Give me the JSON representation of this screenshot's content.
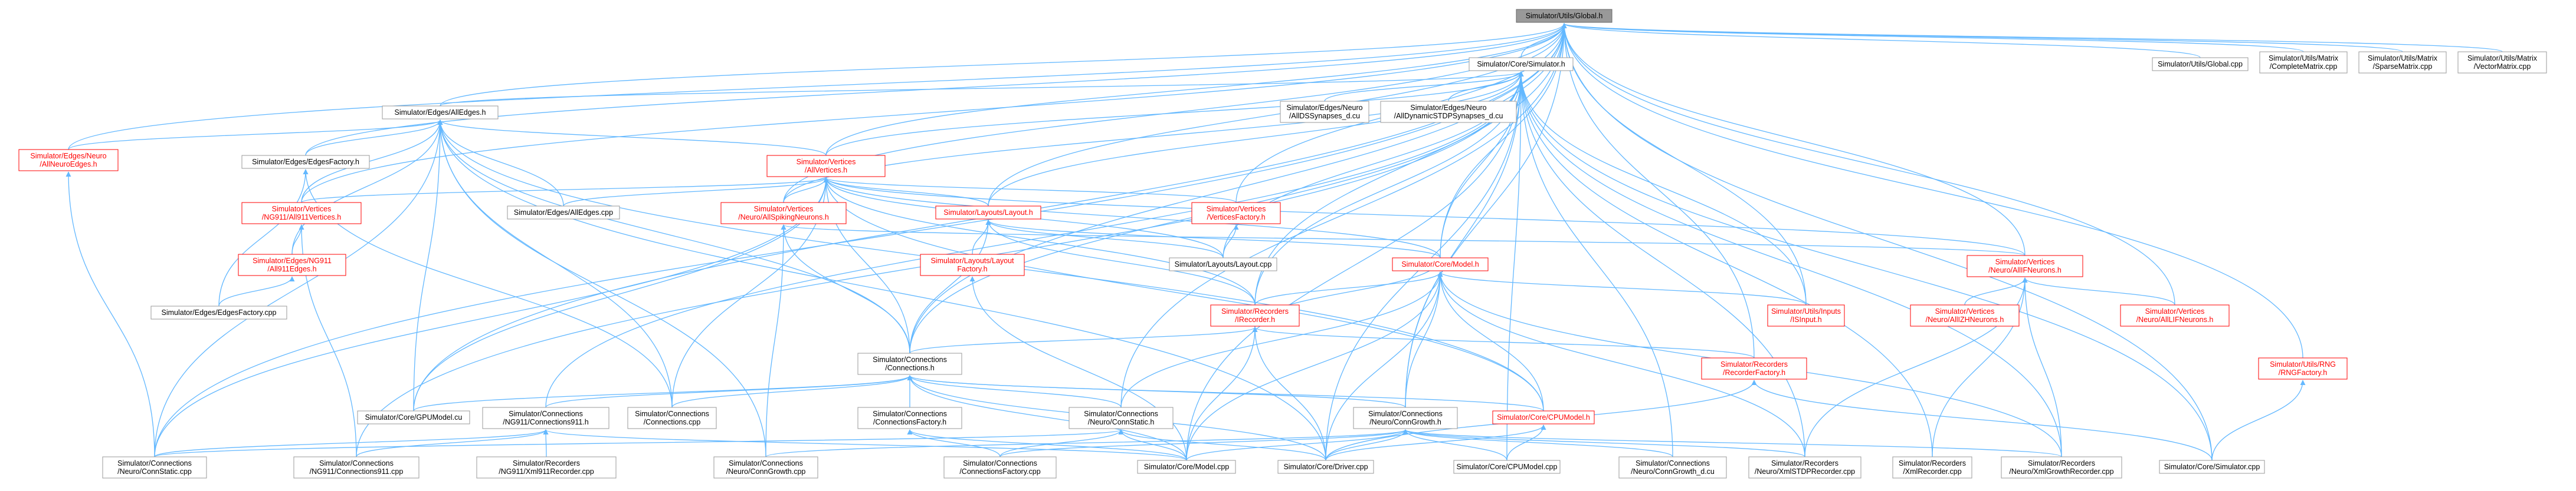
{
  "nodes": [
    {
      "id": "global",
      "lines": [
        "Simulator/Utils/Global.h"
      ],
      "style": "root"
    },
    {
      "id": "simulator_h",
      "lines": [
        "Simulator/Core/Simulator.h"
      ],
      "style": "black"
    },
    {
      "id": "global_cpp",
      "lines": [
        "Simulator/Utils/Global.cpp"
      ],
      "style": "black"
    },
    {
      "id": "completematrix",
      "lines": [
        "Simulator/Utils/Matrix",
        "/CompleteMatrix.cpp"
      ],
      "style": "black"
    },
    {
      "id": "sparsematrix",
      "lines": [
        "Simulator/Utils/Matrix",
        "/SparseMatrix.cpp"
      ],
      "style": "black"
    },
    {
      "id": "vectormatrix",
      "lines": [
        "Simulator/Utils/Matrix",
        "/VectorMatrix.cpp"
      ],
      "style": "black"
    },
    {
      "id": "alledges_h",
      "lines": [
        "Simulator/Edges/AllEdges.h"
      ],
      "style": "black"
    },
    {
      "id": "allds",
      "lines": [
        "Simulator/Edges/Neuro",
        "/AllDSSynapses_d.cu"
      ],
      "style": "black"
    },
    {
      "id": "alldynamic",
      "lines": [
        "Simulator/Edges/Neuro",
        "/AllDynamicSTDPSynapses_d.cu"
      ],
      "style": "black"
    },
    {
      "id": "allneuroedges",
      "lines": [
        "Simulator/Edges/Neuro",
        "/AllNeuroEdges.h"
      ],
      "style": "red"
    },
    {
      "id": "edgesfactory_h",
      "lines": [
        "Simulator/Edges/EdgesFactory.h"
      ],
      "style": "black"
    },
    {
      "id": "allvertices_h",
      "lines": [
        "Simulator/Vertices",
        "/AllVertices.h"
      ],
      "style": "red"
    },
    {
      "id": "ng911allvertices",
      "lines": [
        "Simulator/Vertices",
        "/NG911/All911Vertices.h"
      ],
      "style": "red"
    },
    {
      "id": "alledges_cpp",
      "lines": [
        "Simulator/Edges/AllEdges.cpp"
      ],
      "style": "black"
    },
    {
      "id": "allspiking",
      "lines": [
        "Simulator/Vertices",
        "/Neuro/AllSpikingNeurons.h"
      ],
      "style": "red"
    },
    {
      "id": "layout_h",
      "lines": [
        "Simulator/Layouts/Layout.h"
      ],
      "style": "red"
    },
    {
      "id": "verticesfactory",
      "lines": [
        "Simulator/Vertices",
        "/VerticesFactory.h"
      ],
      "style": "red"
    },
    {
      "id": "all911edges",
      "lines": [
        "Simulator/Edges/NG911",
        "/All911Edges.h"
      ],
      "style": "red"
    },
    {
      "id": "layoutfactory",
      "lines": [
        "Simulator/Layouts/Layout",
        "Factory.h"
      ],
      "style": "red"
    },
    {
      "id": "layout_cpp",
      "lines": [
        "Simulator/Layouts/Layout.cpp"
      ],
      "style": "black"
    },
    {
      "id": "model_h",
      "lines": [
        "Simulator/Core/Model.h"
      ],
      "style": "red"
    },
    {
      "id": "allifneurons",
      "lines": [
        "Simulator/Vertices",
        "/Neuro/AllIFNeurons.h"
      ],
      "style": "red"
    },
    {
      "id": "edgesfactory_cpp",
      "lines": [
        "Simulator/Edges/EdgesFactory.cpp"
      ],
      "style": "black"
    },
    {
      "id": "irecorder",
      "lines": [
        "Simulator/Recorders",
        "/IRecorder.h"
      ],
      "style": "red"
    },
    {
      "id": "iinput",
      "lines": [
        "Simulator/Utils/Inputs",
        "/ISInput.h"
      ],
      "style": "red"
    },
    {
      "id": "allizh",
      "lines": [
        "Simulator/Vertices",
        "/Neuro/AllIZHNeurons.h"
      ],
      "style": "red"
    },
    {
      "id": "alllif",
      "lines": [
        "Simulator/Vertices",
        "/Neuro/AllLIFNeurons.h"
      ],
      "style": "red"
    },
    {
      "id": "rngfactory",
      "lines": [
        "Simulator/Utils/RNG",
        "/RNGFactory.h"
      ],
      "style": "red"
    },
    {
      "id": "connections_h",
      "lines": [
        "Simulator/Connections",
        "/Connections.h"
      ],
      "style": "black"
    },
    {
      "id": "recorderfactory",
      "lines": [
        "Simulator/Recorders",
        "/RecorderFactory.h"
      ],
      "style": "red"
    },
    {
      "id": "gpumodel_cu",
      "lines": [
        "Simulator/Core/GPUModel.cu"
      ],
      "style": "black"
    },
    {
      "id": "connections911_h",
      "lines": [
        "Simulator/Connections",
        "/NG911/Connections911.h"
      ],
      "style": "black"
    },
    {
      "id": "connections_cpp",
      "lines": [
        "Simulator/Connections",
        "/Connections.cpp"
      ],
      "style": "black"
    },
    {
      "id": "connectionsfactory_h",
      "lines": [
        "Simulator/Connections",
        "/ConnectionsFactory.h"
      ],
      "style": "black"
    },
    {
      "id": "connstatic_h",
      "lines": [
        "Simulator/Connections",
        "/Neuro/ConnStatic.h"
      ],
      "style": "black"
    },
    {
      "id": "conngrowth_h",
      "lines": [
        "Simulator/Connections",
        "/Neuro/ConnGrowth.h"
      ],
      "style": "black"
    },
    {
      "id": "cpumodel_h",
      "lines": [
        "Simulator/Core/CPUModel.h"
      ],
      "style": "red"
    },
    {
      "id": "connstatic_cpp",
      "lines": [
        "Simulator/Connections",
        "/Neuro/ConnStatic.cpp"
      ],
      "style": "black"
    },
    {
      "id": "connections911_cpp",
      "lines": [
        "Simulator/Connections",
        "/NG911/Connections911.cpp"
      ],
      "style": "black"
    },
    {
      "id": "xml911",
      "lines": [
        "Simulator/Recorders",
        "/NG911/Xml911Recorder.cpp"
      ],
      "style": "black"
    },
    {
      "id": "conngrowth_cpp",
      "lines": [
        "Simulator/Connections",
        "/Neuro/ConnGrowth.cpp"
      ],
      "style": "black"
    },
    {
      "id": "connectionsfactory_cpp",
      "lines": [
        "Simulator/Connections",
        "/ConnectionsFactory.cpp"
      ],
      "style": "black"
    },
    {
      "id": "model_cpp",
      "lines": [
        "Simulator/Core/Model.cpp"
      ],
      "style": "black"
    },
    {
      "id": "driver_cpp",
      "lines": [
        "Simulator/Core/Driver.cpp"
      ],
      "style": "black"
    },
    {
      "id": "cpumodel_cpp",
      "lines": [
        "Simulator/Core/CPUModel.cpp"
      ],
      "style": "black"
    },
    {
      "id": "conngrowth_d",
      "lines": [
        "Simulator/Connections",
        "/Neuro/ConnGrowth_d.cu"
      ],
      "style": "black"
    },
    {
      "id": "xmlstdp",
      "lines": [
        "Simulator/Recorders",
        "/Neuro/XmlSTDPRecorder.cpp"
      ],
      "style": "black"
    },
    {
      "id": "xmlrecorder",
      "lines": [
        "Simulator/Recorders",
        "/XmlRecorder.cpp"
      ],
      "style": "black"
    },
    {
      "id": "xmlgrowth",
      "lines": [
        "Simulator/Recorders",
        "/Neuro/XmlGrowthRecorder.cpp"
      ],
      "style": "black"
    },
    {
      "id": "simulator_cpp",
      "lines": [
        "Simulator/Core/Simulator.cpp"
      ],
      "style": "black"
    }
  ],
  "edges": [
    [
      "global",
      "simulator_h"
    ],
    [
      "global",
      "global_cpp"
    ],
    [
      "global",
      "completematrix"
    ],
    [
      "global",
      "sparsematrix"
    ],
    [
      "global",
      "vectormatrix"
    ],
    [
      "global",
      "alledges_h"
    ],
    [
      "global",
      "allneuroedges"
    ],
    [
      "global",
      "edgesfactory_h"
    ],
    [
      "global",
      "allvertices_h"
    ],
    [
      "global",
      "ng911allvertices"
    ],
    [
      "global",
      "allspiking"
    ],
    [
      "global",
      "layout_h"
    ],
    [
      "global",
      "verticesfactory"
    ],
    [
      "global",
      "model_h"
    ],
    [
      "global",
      "allifneurons"
    ],
    [
      "global",
      "irecorder"
    ],
    [
      "global",
      "iinput"
    ],
    [
      "global",
      "alllif"
    ],
    [
      "global",
      "rngfactory"
    ],
    [
      "global",
      "connections_h"
    ],
    [
      "global",
      "recorderfactory"
    ],
    [
      "global",
      "gpumodel_cu"
    ],
    [
      "global",
      "connstatic_h"
    ],
    [
      "global",
      "conngrowth_h"
    ],
    [
      "global",
      "connstatic_cpp"
    ],
    [
      "global",
      "simulator_cpp"
    ],
    [
      "simulator_h",
      "alledges_h"
    ],
    [
      "simulator_h",
      "allds"
    ],
    [
      "simulator_h",
      "alldynamic"
    ],
    [
      "simulator_h",
      "allvertices_h"
    ],
    [
      "simulator_h",
      "layout_h"
    ],
    [
      "simulator_h",
      "model_h"
    ],
    [
      "simulator_h",
      "iinput"
    ],
    [
      "simulator_h",
      "irecorder"
    ],
    [
      "simulator_h",
      "connections_h"
    ],
    [
      "simulator_h",
      "conngrowth_h"
    ],
    [
      "simulator_h",
      "layout_cpp"
    ],
    [
      "simulator_h",
      "model_cpp"
    ],
    [
      "simulator_h",
      "driver_cpp"
    ],
    [
      "simulator_h",
      "cpumodel_cpp"
    ],
    [
      "simulator_h",
      "conngrowth_d"
    ],
    [
      "simulator_h",
      "xmlstdp"
    ],
    [
      "simulator_h",
      "xmlrecorder"
    ],
    [
      "simulator_h",
      "xmlgrowth"
    ],
    [
      "simulator_h",
      "simulator_cpp"
    ],
    [
      "simulator_h",
      "connections911_h"
    ],
    [
      "simulator_h",
      "allspiking"
    ],
    [
      "simulator_h",
      "connections911_cpp"
    ],
    [
      "alledges_h",
      "allneuroedges"
    ],
    [
      "alledges_h",
      "edgesfactory_h"
    ],
    [
      "alledges_h",
      "allvertices_h"
    ],
    [
      "alledges_h",
      "ng911allvertices"
    ],
    [
      "alledges_h",
      "alledges_cpp"
    ],
    [
      "alledges_h",
      "all911edges"
    ],
    [
      "alledges_h",
      "connections_h"
    ],
    [
      "alledges_h",
      "gpumodel_cu"
    ],
    [
      "alledges_h",
      "connections_cpp"
    ],
    [
      "alledges_h",
      "connstatic_cpp"
    ],
    [
      "alledges_h",
      "conngrowth_cpp"
    ],
    [
      "alledges_h",
      "driver_cpp"
    ],
    [
      "alledges_h",
      "cpumodel_h"
    ],
    [
      "allneuroedges",
      "connstatic_cpp"
    ],
    [
      "edgesfactory_h",
      "edgesfactory_cpp"
    ],
    [
      "edgesfactory_h",
      "connections_cpp"
    ],
    [
      "allvertices_h",
      "ng911allvertices"
    ],
    [
      "allvertices_h",
      "alledges_cpp"
    ],
    [
      "allvertices_h",
      "allspiking"
    ],
    [
      "allvertices_h",
      "layout_h"
    ],
    [
      "allvertices_h",
      "verticesfactory"
    ],
    [
      "allvertices_h",
      "model_h"
    ],
    [
      "allvertices_h",
      "irecorder"
    ],
    [
      "allvertices_h",
      "connections_h"
    ],
    [
      "allvertices_h",
      "gpumodel_cu"
    ],
    [
      "allvertices_h",
      "connections_cpp"
    ],
    [
      "allvertices_h",
      "cpumodel_h"
    ],
    [
      "allvertices_h",
      "layout_cpp"
    ],
    [
      "allvertices_h",
      "connstatic_cpp"
    ],
    [
      "allvertices_h",
      "allifneurons"
    ],
    [
      "ng911allvertices",
      "all911edges"
    ],
    [
      "ng911allvertices",
      "connections911_cpp"
    ],
    [
      "all911edges",
      "edgesfactory_cpp"
    ],
    [
      "allspiking",
      "connections_h"
    ],
    [
      "allspiking",
      "conngrowth_cpp"
    ],
    [
      "allspiking",
      "allifneurons"
    ],
    [
      "layout_h",
      "layoutfactory"
    ],
    [
      "layout_h",
      "layout_cpp"
    ],
    [
      "layout_h",
      "model_h"
    ],
    [
      "layout_h",
      "connections_h"
    ],
    [
      "layout_h",
      "irecorder"
    ],
    [
      "verticesfactory",
      "layout_cpp"
    ],
    [
      "layoutfactory",
      "model_cpp"
    ],
    [
      "model_h",
      "irecorder"
    ],
    [
      "model_h",
      "iinput"
    ],
    [
      "model_h",
      "cpumodel_h"
    ],
    [
      "model_h",
      "model_cpp"
    ],
    [
      "model_h",
      "driver_cpp"
    ],
    [
      "model_h",
      "conngrowth_h"
    ],
    [
      "model_h",
      "xmlstdp"
    ],
    [
      "model_h",
      "xmlgrowth"
    ],
    [
      "model_h",
      "connstatic_h"
    ],
    [
      "allifneurons",
      "allizh"
    ],
    [
      "allifneurons",
      "alllif"
    ],
    [
      "allifneurons",
      "xmlstdp"
    ],
    [
      "allifneurons",
      "xmlrecorder"
    ],
    [
      "allifneurons",
      "xmlgrowth"
    ],
    [
      "irecorder",
      "connections_h"
    ],
    [
      "irecorder",
      "recorderfactory"
    ],
    [
      "irecorder",
      "model_cpp"
    ],
    [
      "irecorder",
      "driver_cpp"
    ],
    [
      "irecorder",
      "model_h"
    ],
    [
      "rngfactory",
      "simulator_cpp"
    ],
    [
      "connections_h",
      "gpumodel_cu"
    ],
    [
      "connections_h",
      "connections911_h"
    ],
    [
      "connections_h",
      "connections_cpp"
    ],
    [
      "connections_h",
      "connectionsfactory_h"
    ],
    [
      "connections_h",
      "connstatic_h"
    ],
    [
      "connections_h",
      "conngrowth_h"
    ],
    [
      "connections_h",
      "cpumodel_h"
    ],
    [
      "connections_h",
      "model_cpp"
    ],
    [
      "connections_h",
      "driver_cpp"
    ],
    [
      "recorderfactory",
      "driver_cpp"
    ],
    [
      "recorderfactory",
      "simulator_cpp"
    ],
    [
      "connections911_h",
      "connections911_cpp"
    ],
    [
      "connections911_h",
      "xml911"
    ],
    [
      "connections911_h",
      "connstatic_cpp"
    ],
    [
      "connections911_h",
      "model_cpp"
    ],
    [
      "connectionsfactory_h",
      "connectionsfactory_cpp"
    ],
    [
      "connectionsfactory_h",
      "model_cpp"
    ],
    [
      "connstatic_h",
      "connstatic_cpp"
    ],
    [
      "connstatic_h",
      "connectionsfactory_cpp"
    ],
    [
      "connstatic_h",
      "model_cpp"
    ],
    [
      "connstatic_h",
      "driver_cpp"
    ],
    [
      "conngrowth_h",
      "conngrowth_cpp"
    ],
    [
      "conngrowth_h",
      "connectionsfactory_cpp"
    ],
    [
      "conngrowth_h",
      "model_cpp"
    ],
    [
      "conngrowth_h",
      "driver_cpp"
    ],
    [
      "conngrowth_h",
      "cpumodel_cpp"
    ],
    [
      "conngrowth_h",
      "conngrowth_d"
    ],
    [
      "conngrowth_h",
      "xmlgrowth"
    ],
    [
      "conngrowth_h",
      "xmlstdp"
    ],
    [
      "cpumodel_h",
      "cpumodel_cpp"
    ],
    [
      "cpumodel_h",
      "driver_cpp"
    ]
  ]
}
